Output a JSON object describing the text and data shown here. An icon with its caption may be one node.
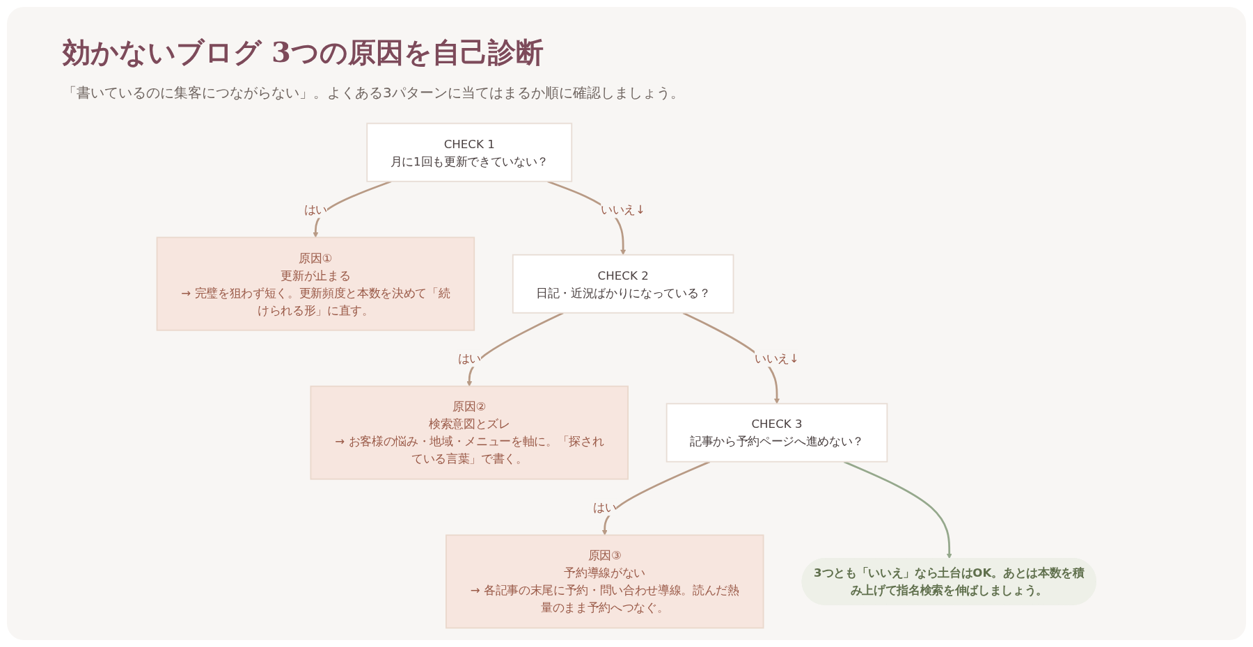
{
  "diagram": {
    "title": "効かないブログ 3つの原因を自己診断",
    "nodes": [
      {
        "text": [
          "CHECK 1",
          "月に1回も更新できていない？"
        ]
      },
      {
        "text": [
          "原因①",
          "更新が止まる",
          "→ 完璧を狙わず短く。更新頻度と本数を決めて「続けられる形」に直す。"
        ]
      },
      {
        "text": [
          "CHECK 2",
          "日記・近況ばかりになっている？"
        ]
      },
      {
        "text": [
          "原因②",
          "検索意図とズレ",
          "→ お客様の悩み・地域・メニューを軸に。「探されている言葉」で書く。"
        ]
      },
      {
        "text": [
          "CHECK 3",
          "記事から予約ページへ進めない？"
        ]
      },
      {
        "text": [
          "原因③",
          "予約導線がない",
          "→ 各記事の末尾に予約・問い合わせ導線。読んだ熱量のまま予約へつなぐ。"
        ]
      },
      {
        "text": [
          "3つとも「いいえ」なら土台はOK。あとは本数を積み上げて指名検索を伸ばしましょう。"
        ]
      }
    ],
    "edges": [
      {
        "from": 0,
        "to": 1,
        "arrow": "to",
        "label": "はい"
      },
      {
        "from": 0,
        "to": 2,
        "arrow": "to",
        "label": "いいえ↓"
      },
      {
        "from": 2,
        "to": 3,
        "arrow": "to",
        "label": "はい"
      },
      {
        "from": 2,
        "to": 4,
        "arrow": "to",
        "label": "いいえ↓"
      },
      {
        "from": 4,
        "to": 5,
        "arrow": "to",
        "label": "はい"
      },
      {
        "from": 4,
        "to": 6,
        "arrow": "to",
        "color": "#95a88c"
      }
    ],
    "labels": [
      "「書いているのに集客につながらない」。よくある3パターンに当てはまるか順に確認しましょう。"
    ]
  }
}
